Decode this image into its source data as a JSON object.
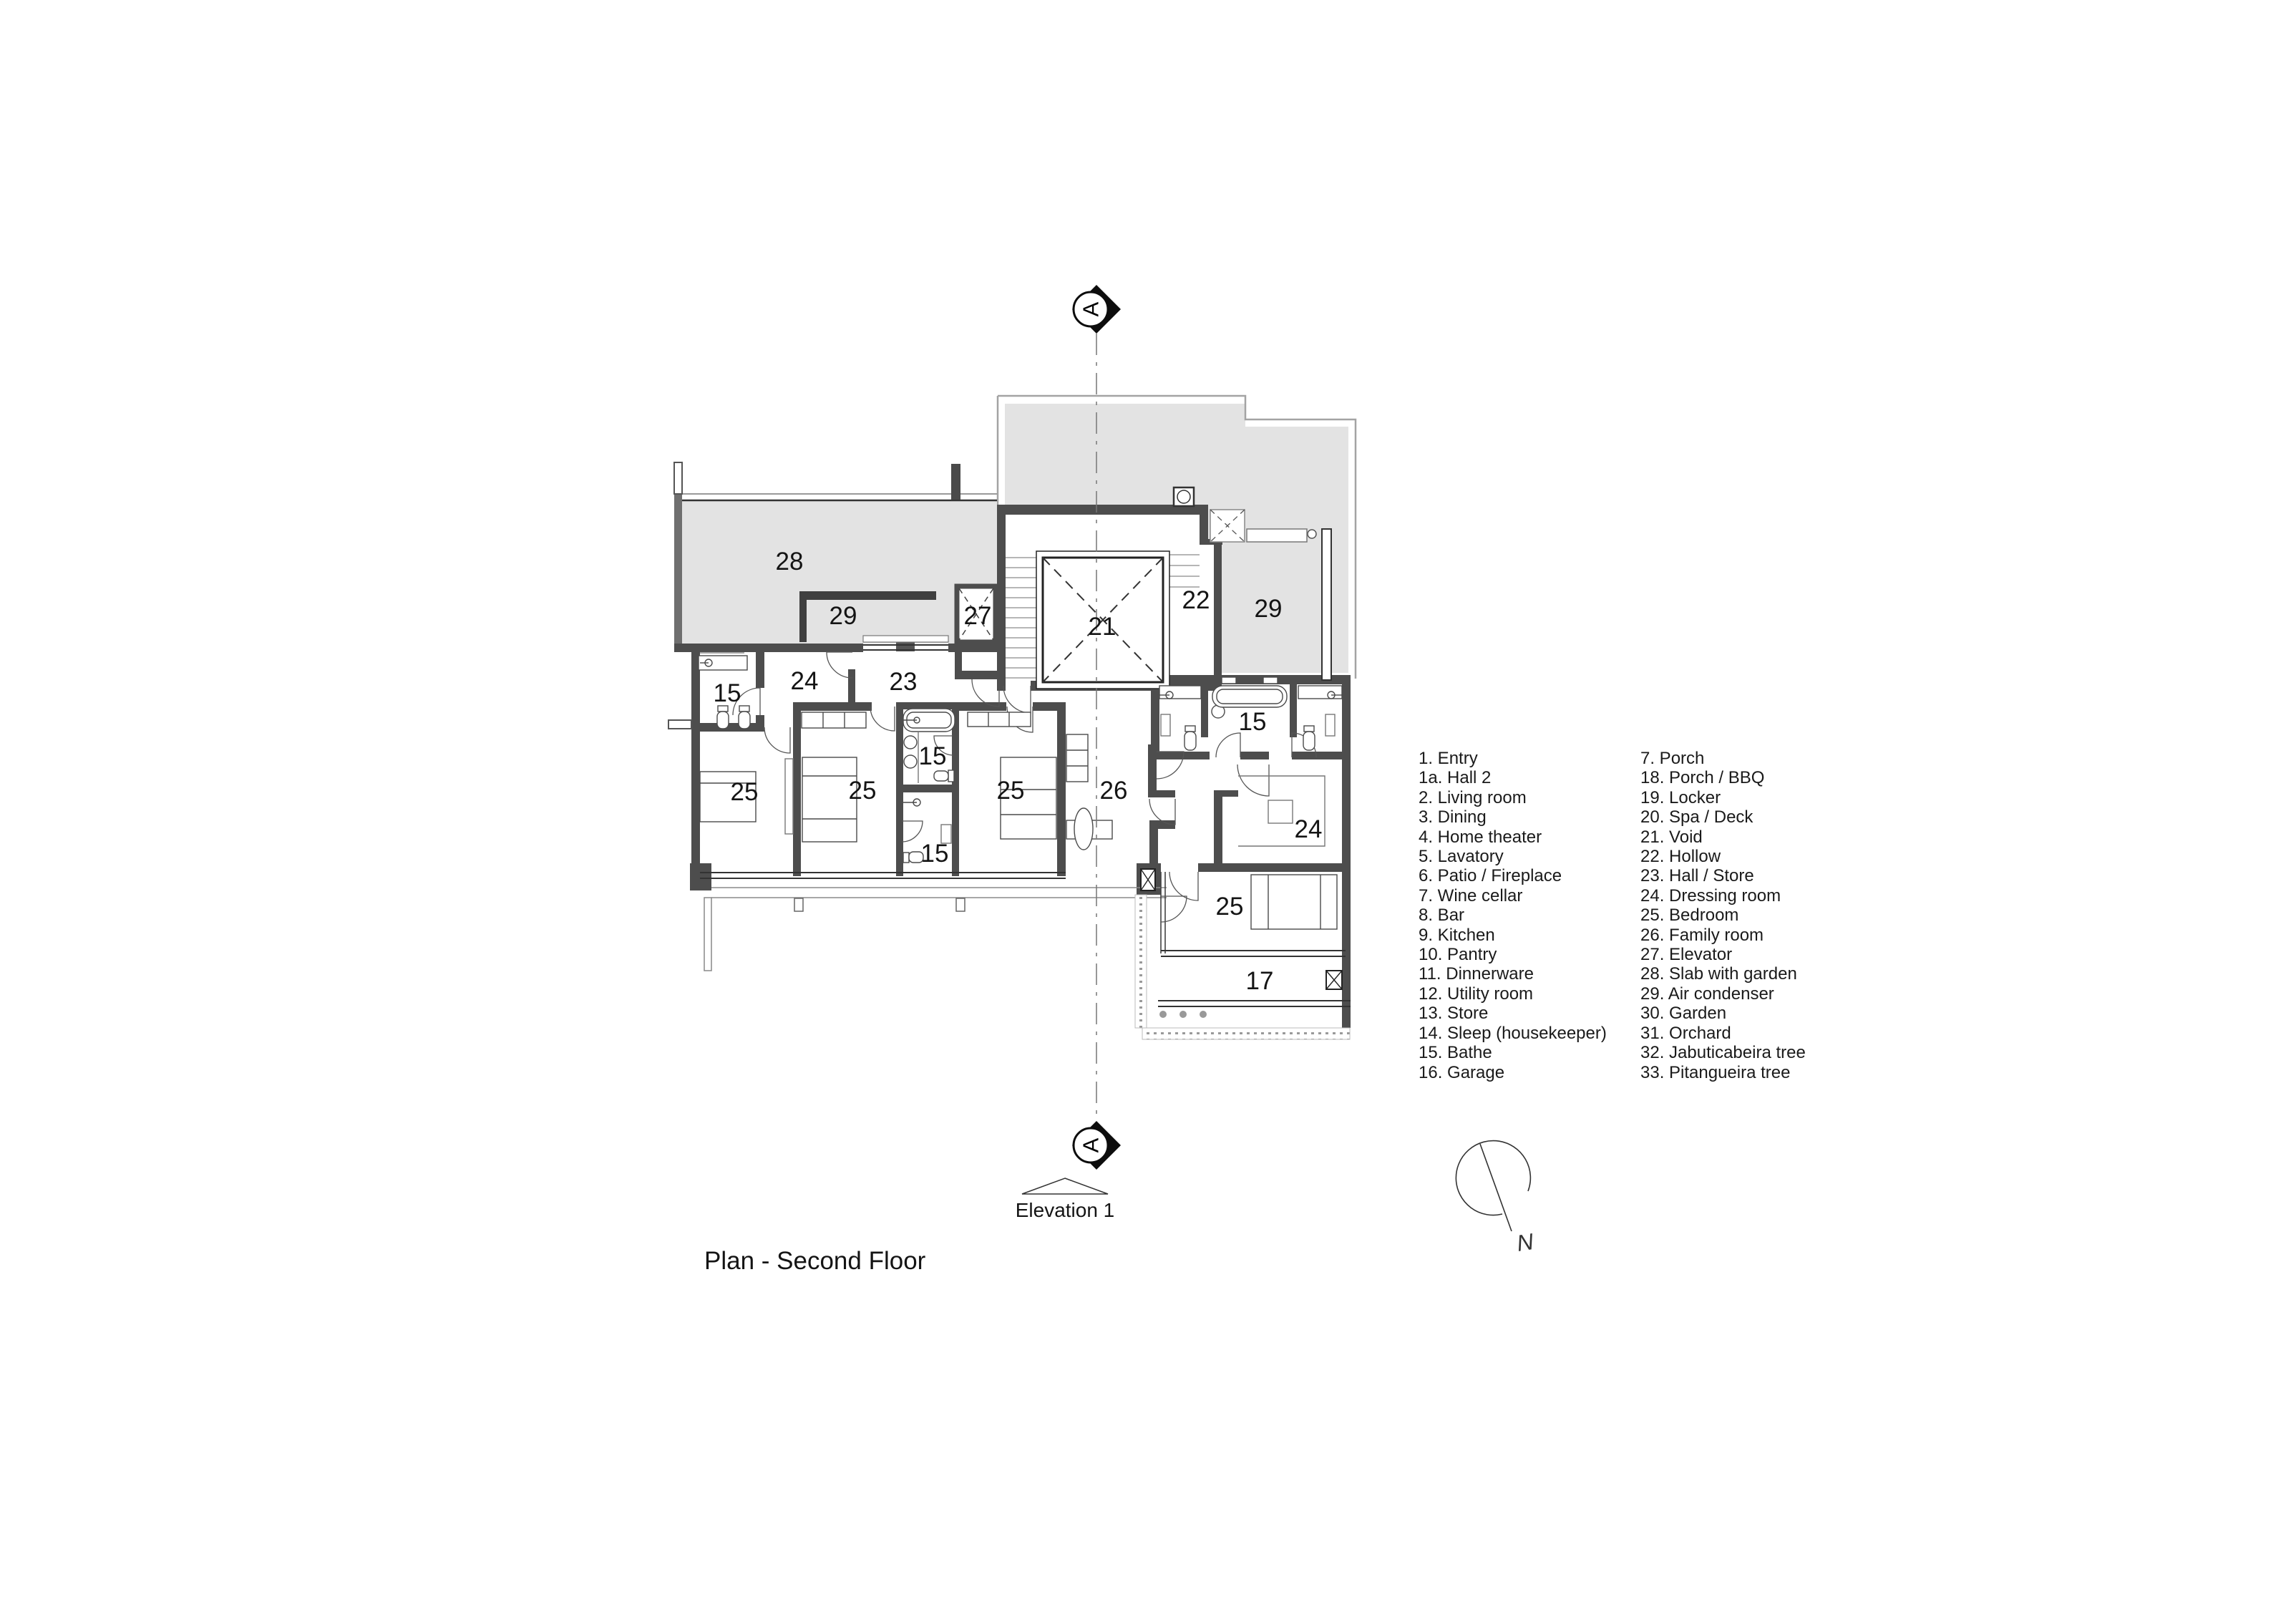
{
  "title": "Plan - Second Floor",
  "section": {
    "marker_label": "A",
    "elevation_label": "Elevation 1"
  },
  "north": {
    "label": "N"
  },
  "plan_labels": [
    {
      "id": "slab-with-garden",
      "text": "28"
    },
    {
      "id": "air-condenser-left",
      "text": "29"
    },
    {
      "id": "elevator",
      "text": "27"
    },
    {
      "id": "void",
      "text": "21"
    },
    {
      "id": "hollow",
      "text": "22"
    },
    {
      "id": "air-condenser-right",
      "text": "29"
    },
    {
      "id": "bathe-left",
      "text": "15"
    },
    {
      "id": "dressing-left",
      "text": "24"
    },
    {
      "id": "hall-store",
      "text": "23"
    },
    {
      "id": "bathe-top-right",
      "text": "15"
    },
    {
      "id": "bedroom-1",
      "text": "25"
    },
    {
      "id": "bedroom-2",
      "text": "25"
    },
    {
      "id": "bathe-core-upper",
      "text": "15"
    },
    {
      "id": "bedroom-3",
      "text": "25"
    },
    {
      "id": "family-room",
      "text": "26"
    },
    {
      "id": "bathe-core-lower",
      "text": "15"
    },
    {
      "id": "dressing-right",
      "text": "24"
    },
    {
      "id": "bedroom-4",
      "text": "25"
    },
    {
      "id": "porch-17",
      "text": "17"
    }
  ],
  "legend": {
    "column1": [
      "1. Entry",
      "1a. Hall 2",
      "2. Living room",
      "3. Dining",
      "4. Home theater",
      "5. Lavatory",
      "6. Patio / Fireplace",
      "7. Wine cellar",
      "8. Bar",
      "9. Kitchen",
      "10. Pantry",
      "11. Dinnerware",
      "12. Utility room",
      "13. Store",
      "14. Sleep (housekeeper)",
      "15. Bathe",
      "16. Garage"
    ],
    "column2": [
      "7. Porch",
      "18. Porch / BBQ",
      "19. Locker",
      "20. Spa / Deck",
      "21. Void",
      "22. Hollow",
      "23. Hall / Store",
      "24. Dressing room",
      "25. Bedroom",
      "26. Family room",
      "27. Elevator",
      "28. Slab with garden",
      "29. Air condenser",
      "30. Garden",
      "31. Orchard",
      "32. Jabuticabeira tree",
      "33. Pitangueira tree"
    ],
    "colors": {
      "wall": "#4d4d4d",
      "slab_fill": "#e3e3e3",
      "line": "#2b2b2b",
      "text": "#141414"
    }
  }
}
